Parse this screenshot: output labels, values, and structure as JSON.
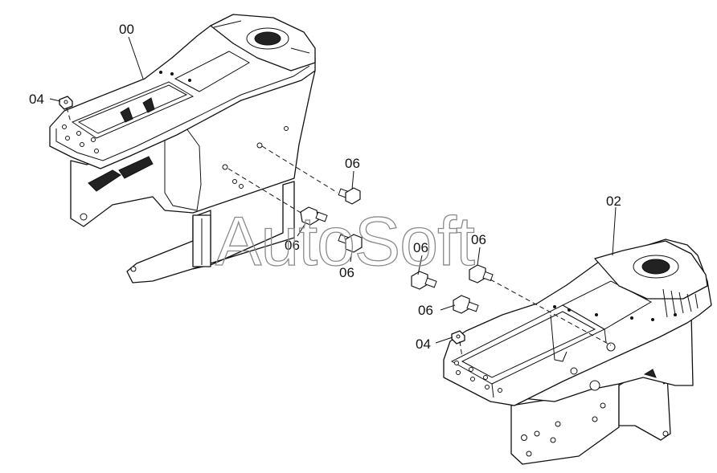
{
  "watermark": "AutoSoft",
  "callouts": [
    {
      "id": "c00",
      "label": "00"
    },
    {
      "id": "c02",
      "label": "02"
    },
    {
      "id": "c04a",
      "label": "04"
    },
    {
      "id": "c04b",
      "label": "04"
    },
    {
      "id": "c06a",
      "label": "06"
    },
    {
      "id": "c06b",
      "label": "06"
    },
    {
      "id": "c06c",
      "label": "06"
    },
    {
      "id": "c06d",
      "label": "06"
    },
    {
      "id": "c06e",
      "label": "06"
    },
    {
      "id": "c06f",
      "label": "06"
    }
  ]
}
